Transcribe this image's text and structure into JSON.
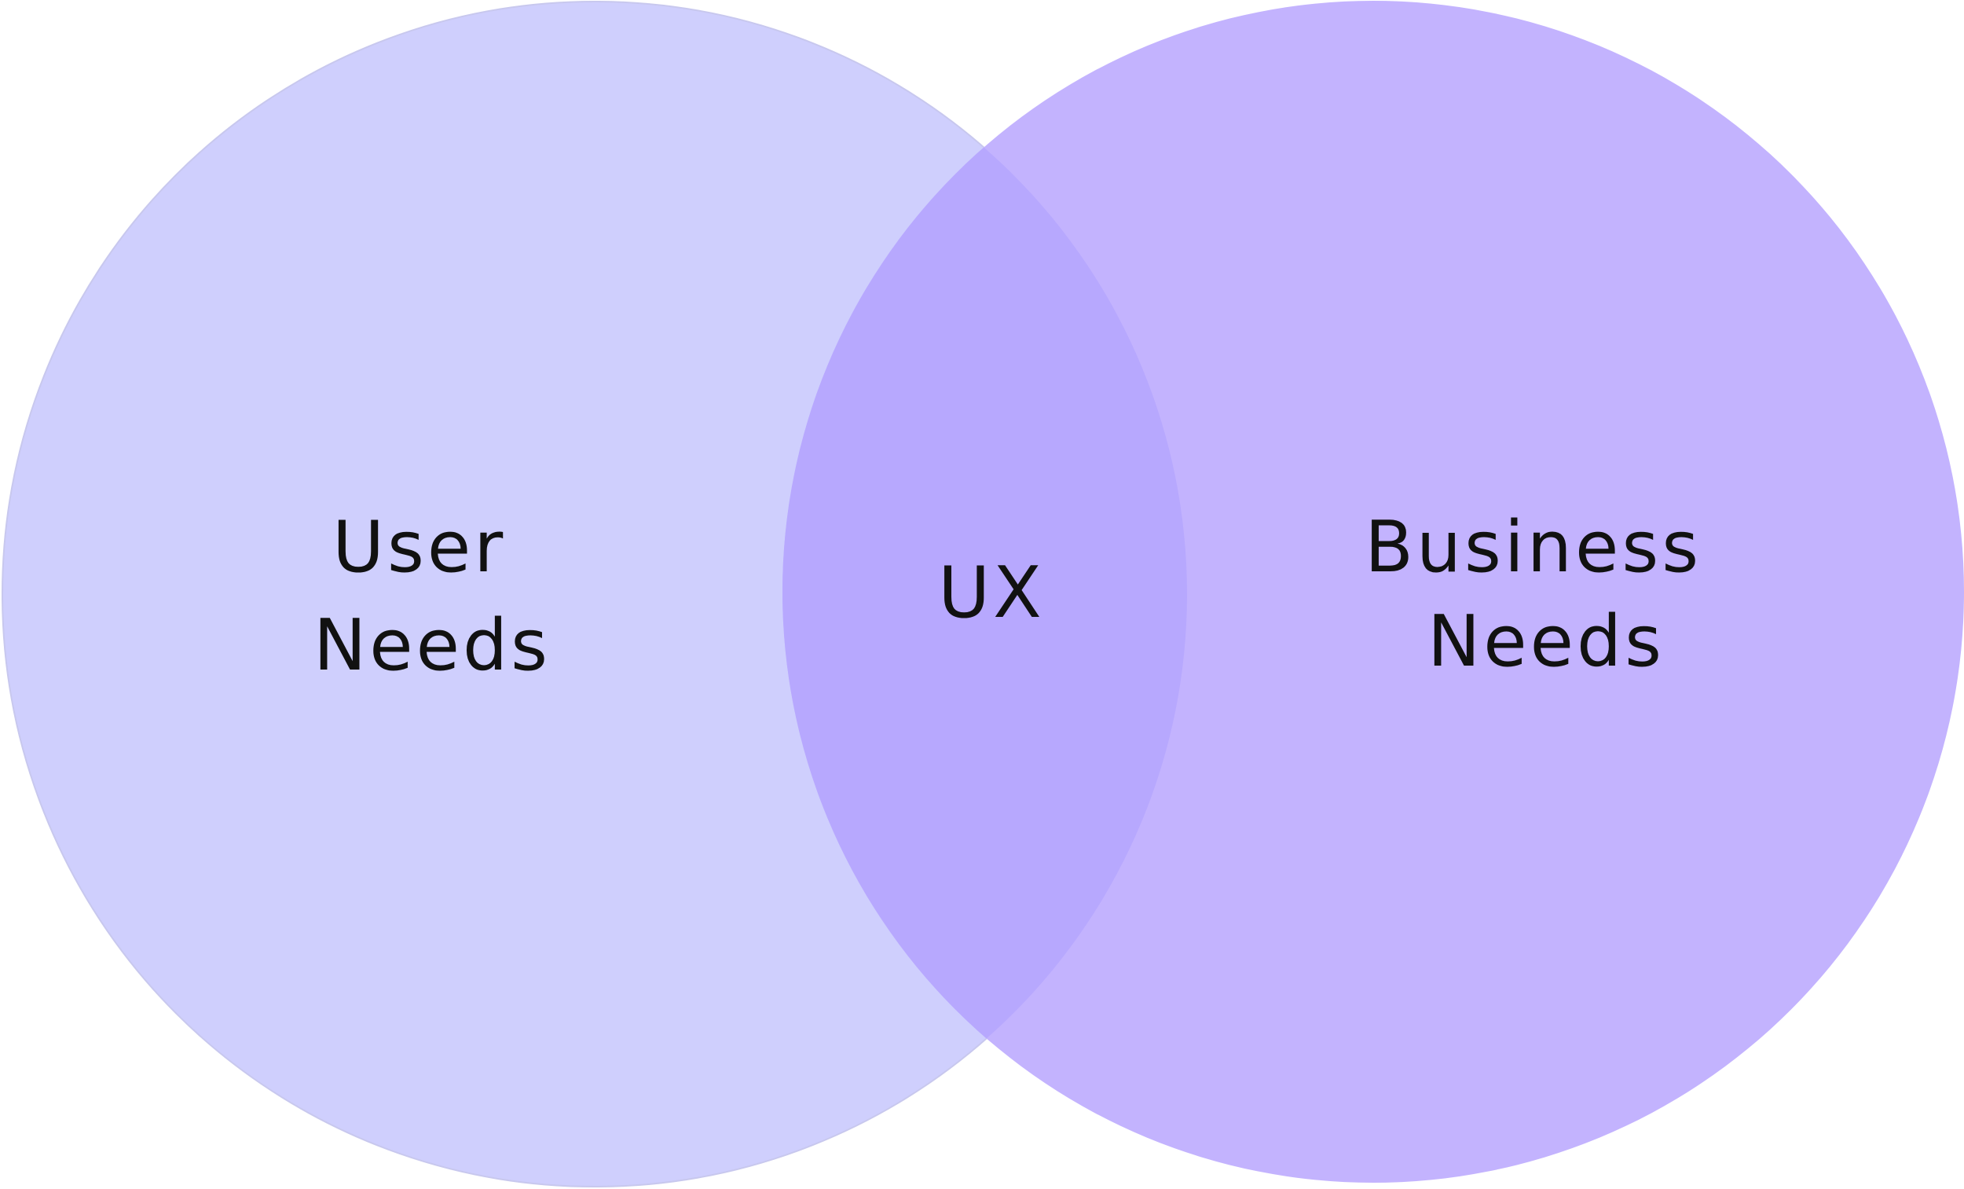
{
  "diagram": {
    "type": "venn",
    "sets": [
      {
        "id": "user",
        "label_lines": [
          "User",
          "Needs"
        ],
        "color": "#CFCFFD"
      },
      {
        "id": "business",
        "label_lines": [
          "Business",
          "Needs"
        ],
        "color": "#C3B3FE"
      }
    ],
    "intersection": {
      "label": "UX",
      "color": "#B7A8FE"
    }
  }
}
